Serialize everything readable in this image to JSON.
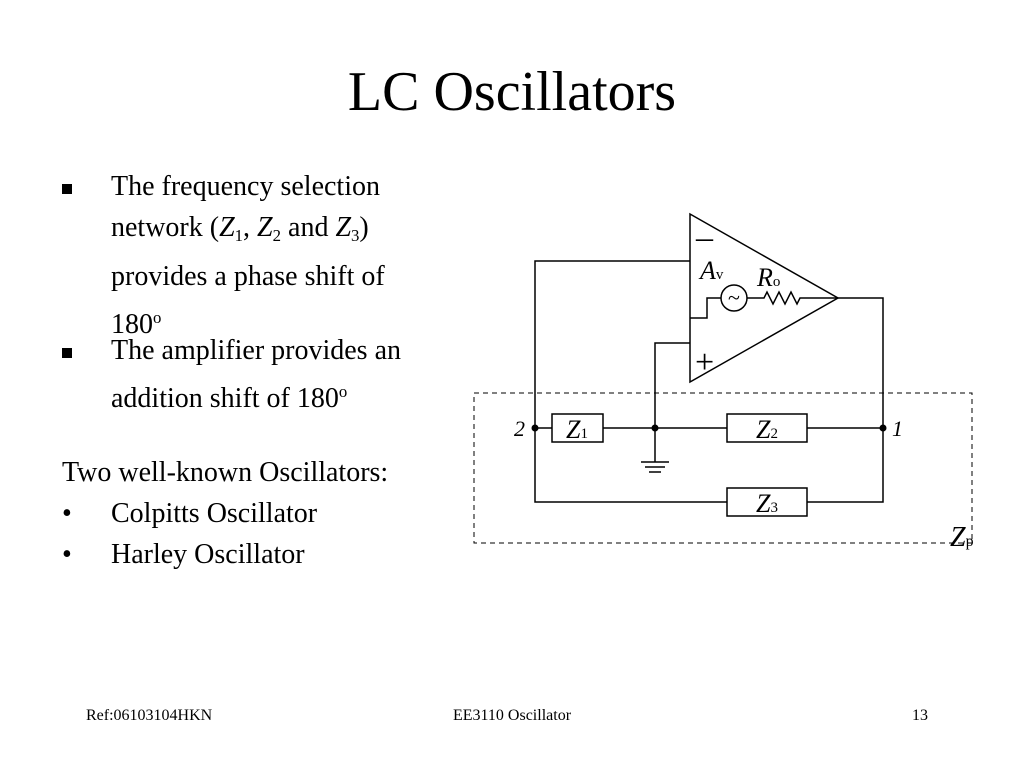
{
  "slide": {
    "title": "LC Oscillators"
  },
  "bullets": [
    {
      "line1": "The frequency selection",
      "line2_prefix": "network (",
      "z1": "Z",
      "z1_sub": "1",
      "comma": ", ",
      "z2": "Z",
      "z2_sub": "2",
      "and": " and ",
      "z3": "Z",
      "z3_sub": "3",
      "close": ")",
      "line3": "provides a phase shift of",
      "line4": "180",
      "line4_sup": "o"
    },
    {
      "line1": "The amplifier provides an",
      "line2": "addition shift of 180",
      "line2_sup": "o"
    }
  ],
  "oscillators": {
    "heading": "Two well-known Oscillators:",
    "items": [
      "Colpitts Oscillator",
      "Harley Oscillator"
    ],
    "marker": "•"
  },
  "circuit": {
    "minus": "–",
    "plus": "+",
    "av": "A",
    "av_sub": "v",
    "ro": "R",
    "ro_sub": "o",
    "source": "~",
    "node_2": "2",
    "node_1": "1",
    "z1": "Z",
    "z1_sub": "1",
    "z2": "Z",
    "z2_sub": "2",
    "z3": "Z",
    "z3_sub": "3",
    "zp": "Z",
    "zp_sub": "p"
  },
  "footer": {
    "ref": "Ref:06103104HKN",
    "course": "EE3110 Oscillator",
    "page": "13"
  }
}
